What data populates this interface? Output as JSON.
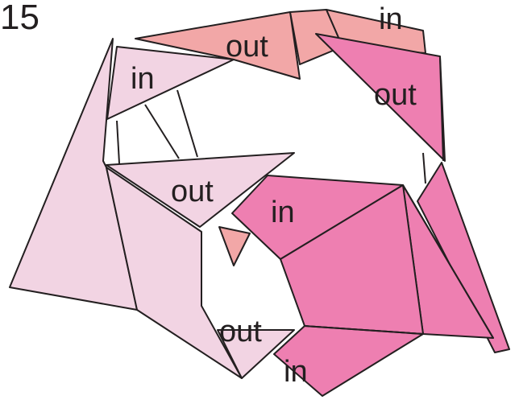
{
  "figure_number": "15",
  "colors": {
    "light_pink": "#f2d4e3",
    "salmon": "#f2a7a7",
    "hot_pink": "#ee7fb1",
    "outline": "#231f20"
  },
  "labels": {
    "top_out": "out",
    "top_right_in": "in",
    "upper_left_in": "in",
    "right_out": "out",
    "middle_out": "out",
    "center_in": "in",
    "bottom_out": "out",
    "bottom_in": "in"
  }
}
